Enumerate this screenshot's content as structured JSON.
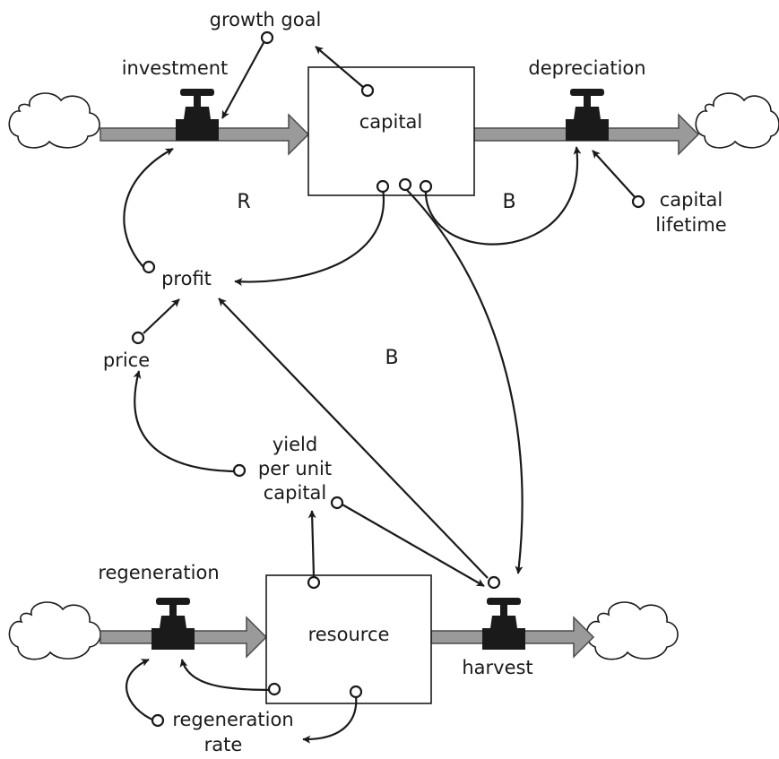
{
  "stocks": {
    "capital": "capital",
    "resource": "resource"
  },
  "flows": {
    "investment": "investment",
    "depreciation": "depreciation",
    "regeneration": "regeneration",
    "harvest": "harvest"
  },
  "variables": {
    "growth_goal": "growth goal",
    "capital_lifetime": [
      "capital",
      "lifetime"
    ],
    "profit": "profit",
    "price": "price",
    "yield_per_unit_capital": [
      "yield",
      "per unit",
      "capital"
    ],
    "regeneration_rate": [
      "regeneration",
      "rate"
    ]
  },
  "loops": {
    "reinforcing": "R",
    "balancing_capital": "B",
    "balancing_harvest": "B"
  }
}
